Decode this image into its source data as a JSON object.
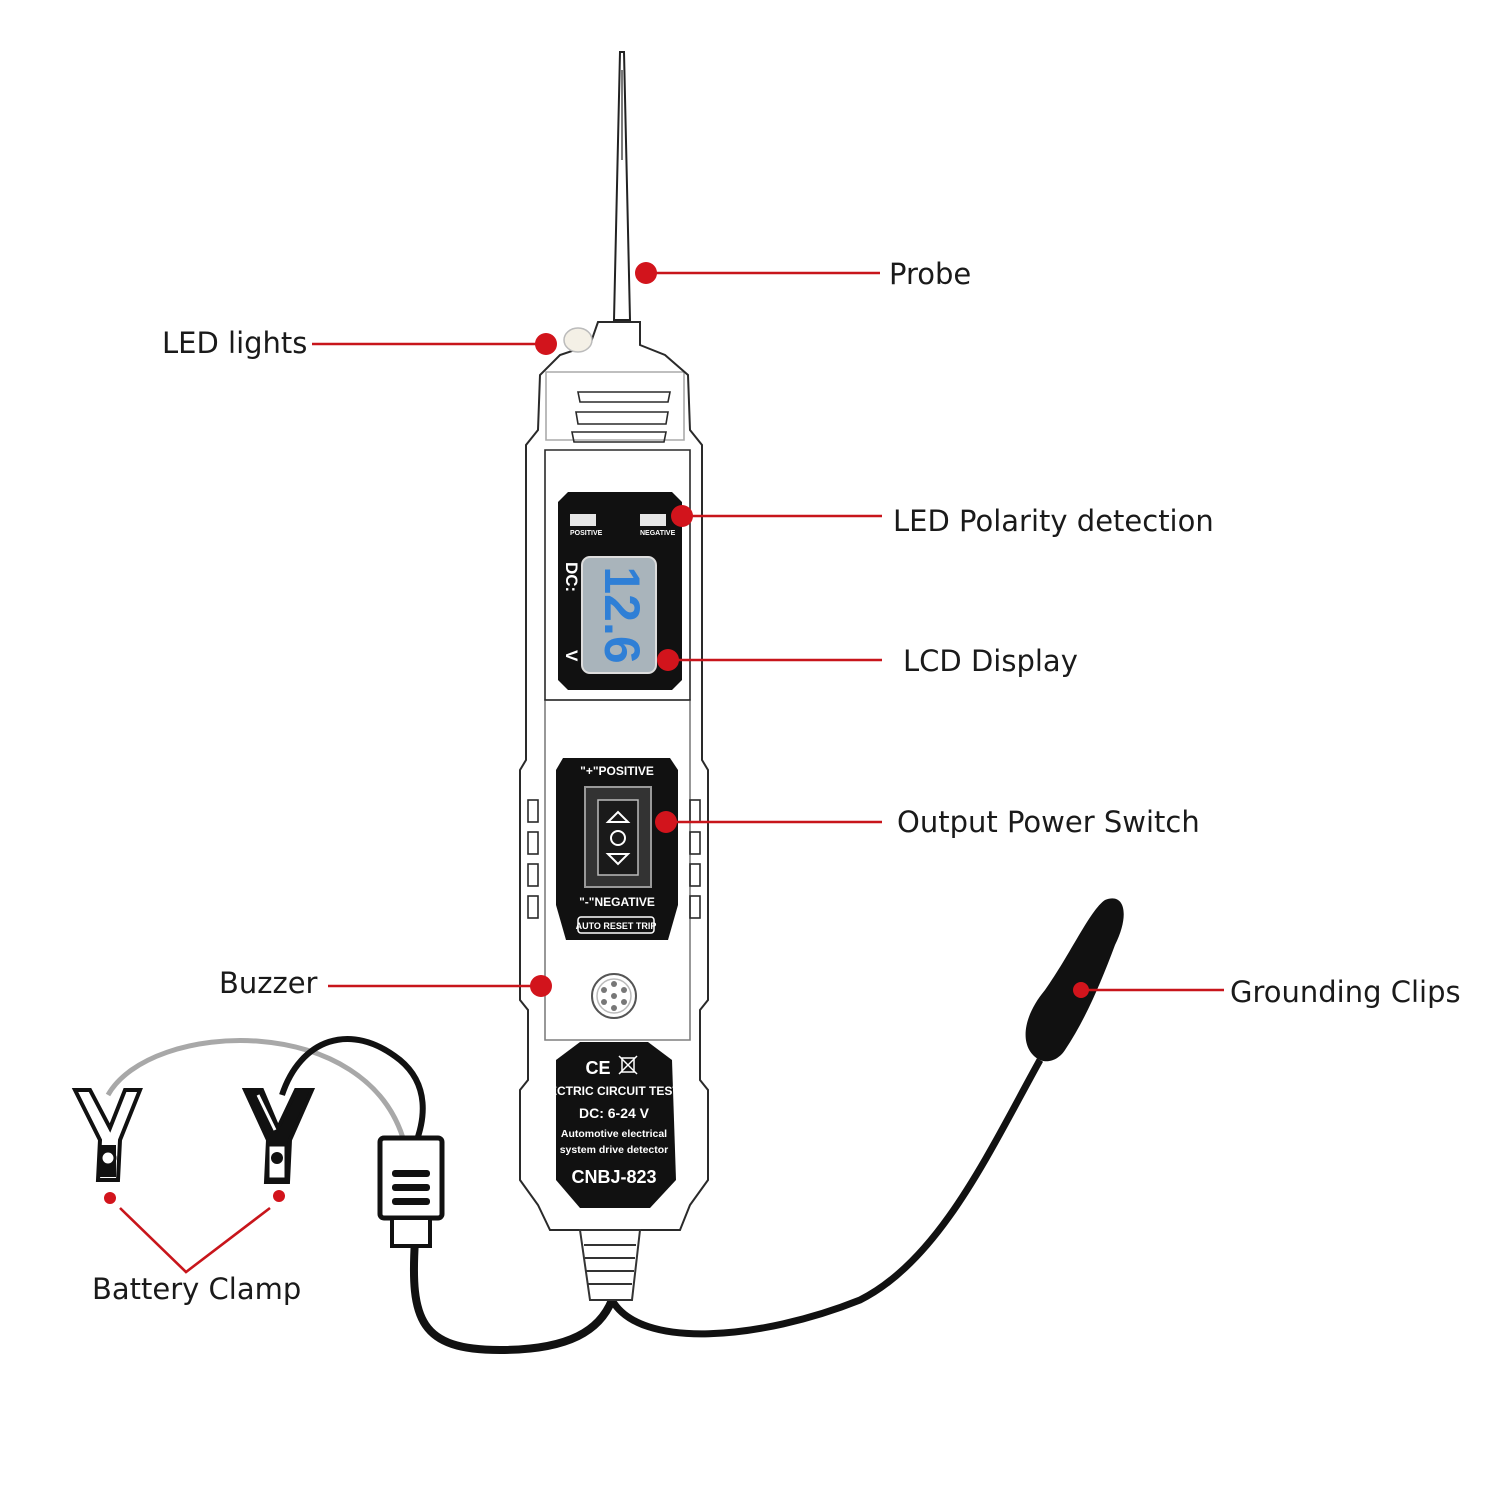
{
  "callouts": {
    "probe": "Probe",
    "led_lights": "LED lights",
    "led_polarity": "LED Polarity detection",
    "lcd_display": "LCD Display",
    "output_switch": "Output Power Switch",
    "buzzer": "Buzzer",
    "grounding_clips": "Grounding Clips",
    "battery_clamp": "Battery Clamp"
  },
  "device": {
    "indicator_positive": "POSITIVE",
    "indicator_negative": "NEGATIVE",
    "lcd_prefix": "DC:",
    "lcd_value": "12.6",
    "lcd_unit": "V",
    "switch_top_label": "\"+\"POSITIVE",
    "switch_bottom_label": "\"-\"NEGATIVE",
    "auto_reset": "AUTO RESET TRIP",
    "cert_marks": "CE",
    "product_name": "ELECTRIC CIRCUIT TESTER",
    "voltage_range": "DC: 6-24 V",
    "desc_line1": "Automotive electrical",
    "desc_line2": "system drive detector",
    "model": "CNBJ-823"
  },
  "colors": {
    "callout_red": "#d2141c",
    "lcd_digits": "#2f7fd6",
    "panel_dark": "#111111"
  }
}
